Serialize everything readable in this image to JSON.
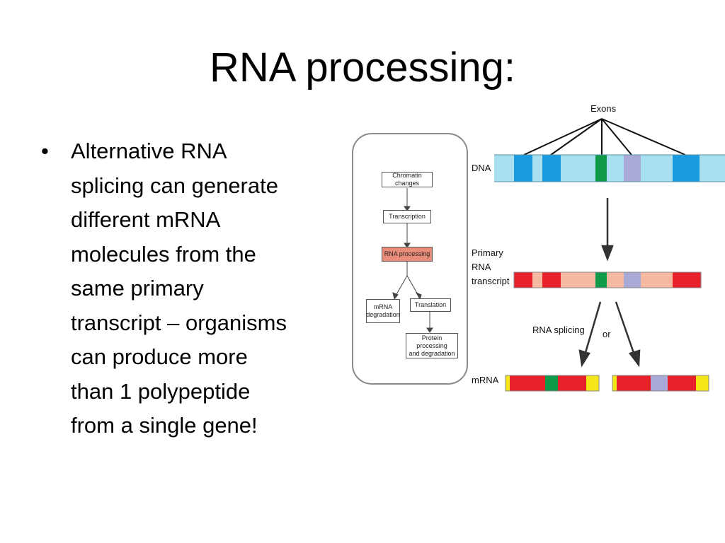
{
  "slide": {
    "title": "RNA processing:",
    "bullet": {
      "marker": "•",
      "lines": [
        "Alternative RNA",
        "splicing can generate",
        "different mRNA",
        "molecules from the",
        "same primary",
        "transcript – organisms",
        "can produce more",
        "than 1 polypeptide",
        "from a single gene!"
      ]
    }
  },
  "flowchart": {
    "chromatin": "Chromatin changes",
    "transcription": "Transcription",
    "rna_processing": "RNA processing",
    "mrna_degradation_1": "mRNA",
    "mrna_degradation_2": "degradation",
    "translation": "Translation",
    "protein_1": "Protein processing",
    "protein_2": "and degradation"
  },
  "diagram": {
    "exons_label": "Exons",
    "dna_label": "DNA",
    "primary_1": "Primary",
    "primary_2": "RNA",
    "primary_3": "transcript",
    "splicing_label": "RNA splicing",
    "or_label": "or",
    "mrna_label": "mRNA",
    "colors": {
      "dna_bg": "#a8e0f0",
      "dna_exon": "#1a9be0",
      "green_exon": "#0f9a4a",
      "purple_exon": "#a9a9d6",
      "transcript_bg": "#f5b8a0",
      "red_exon": "#e8202a",
      "yellow_cap": "#f5e61a"
    }
  }
}
